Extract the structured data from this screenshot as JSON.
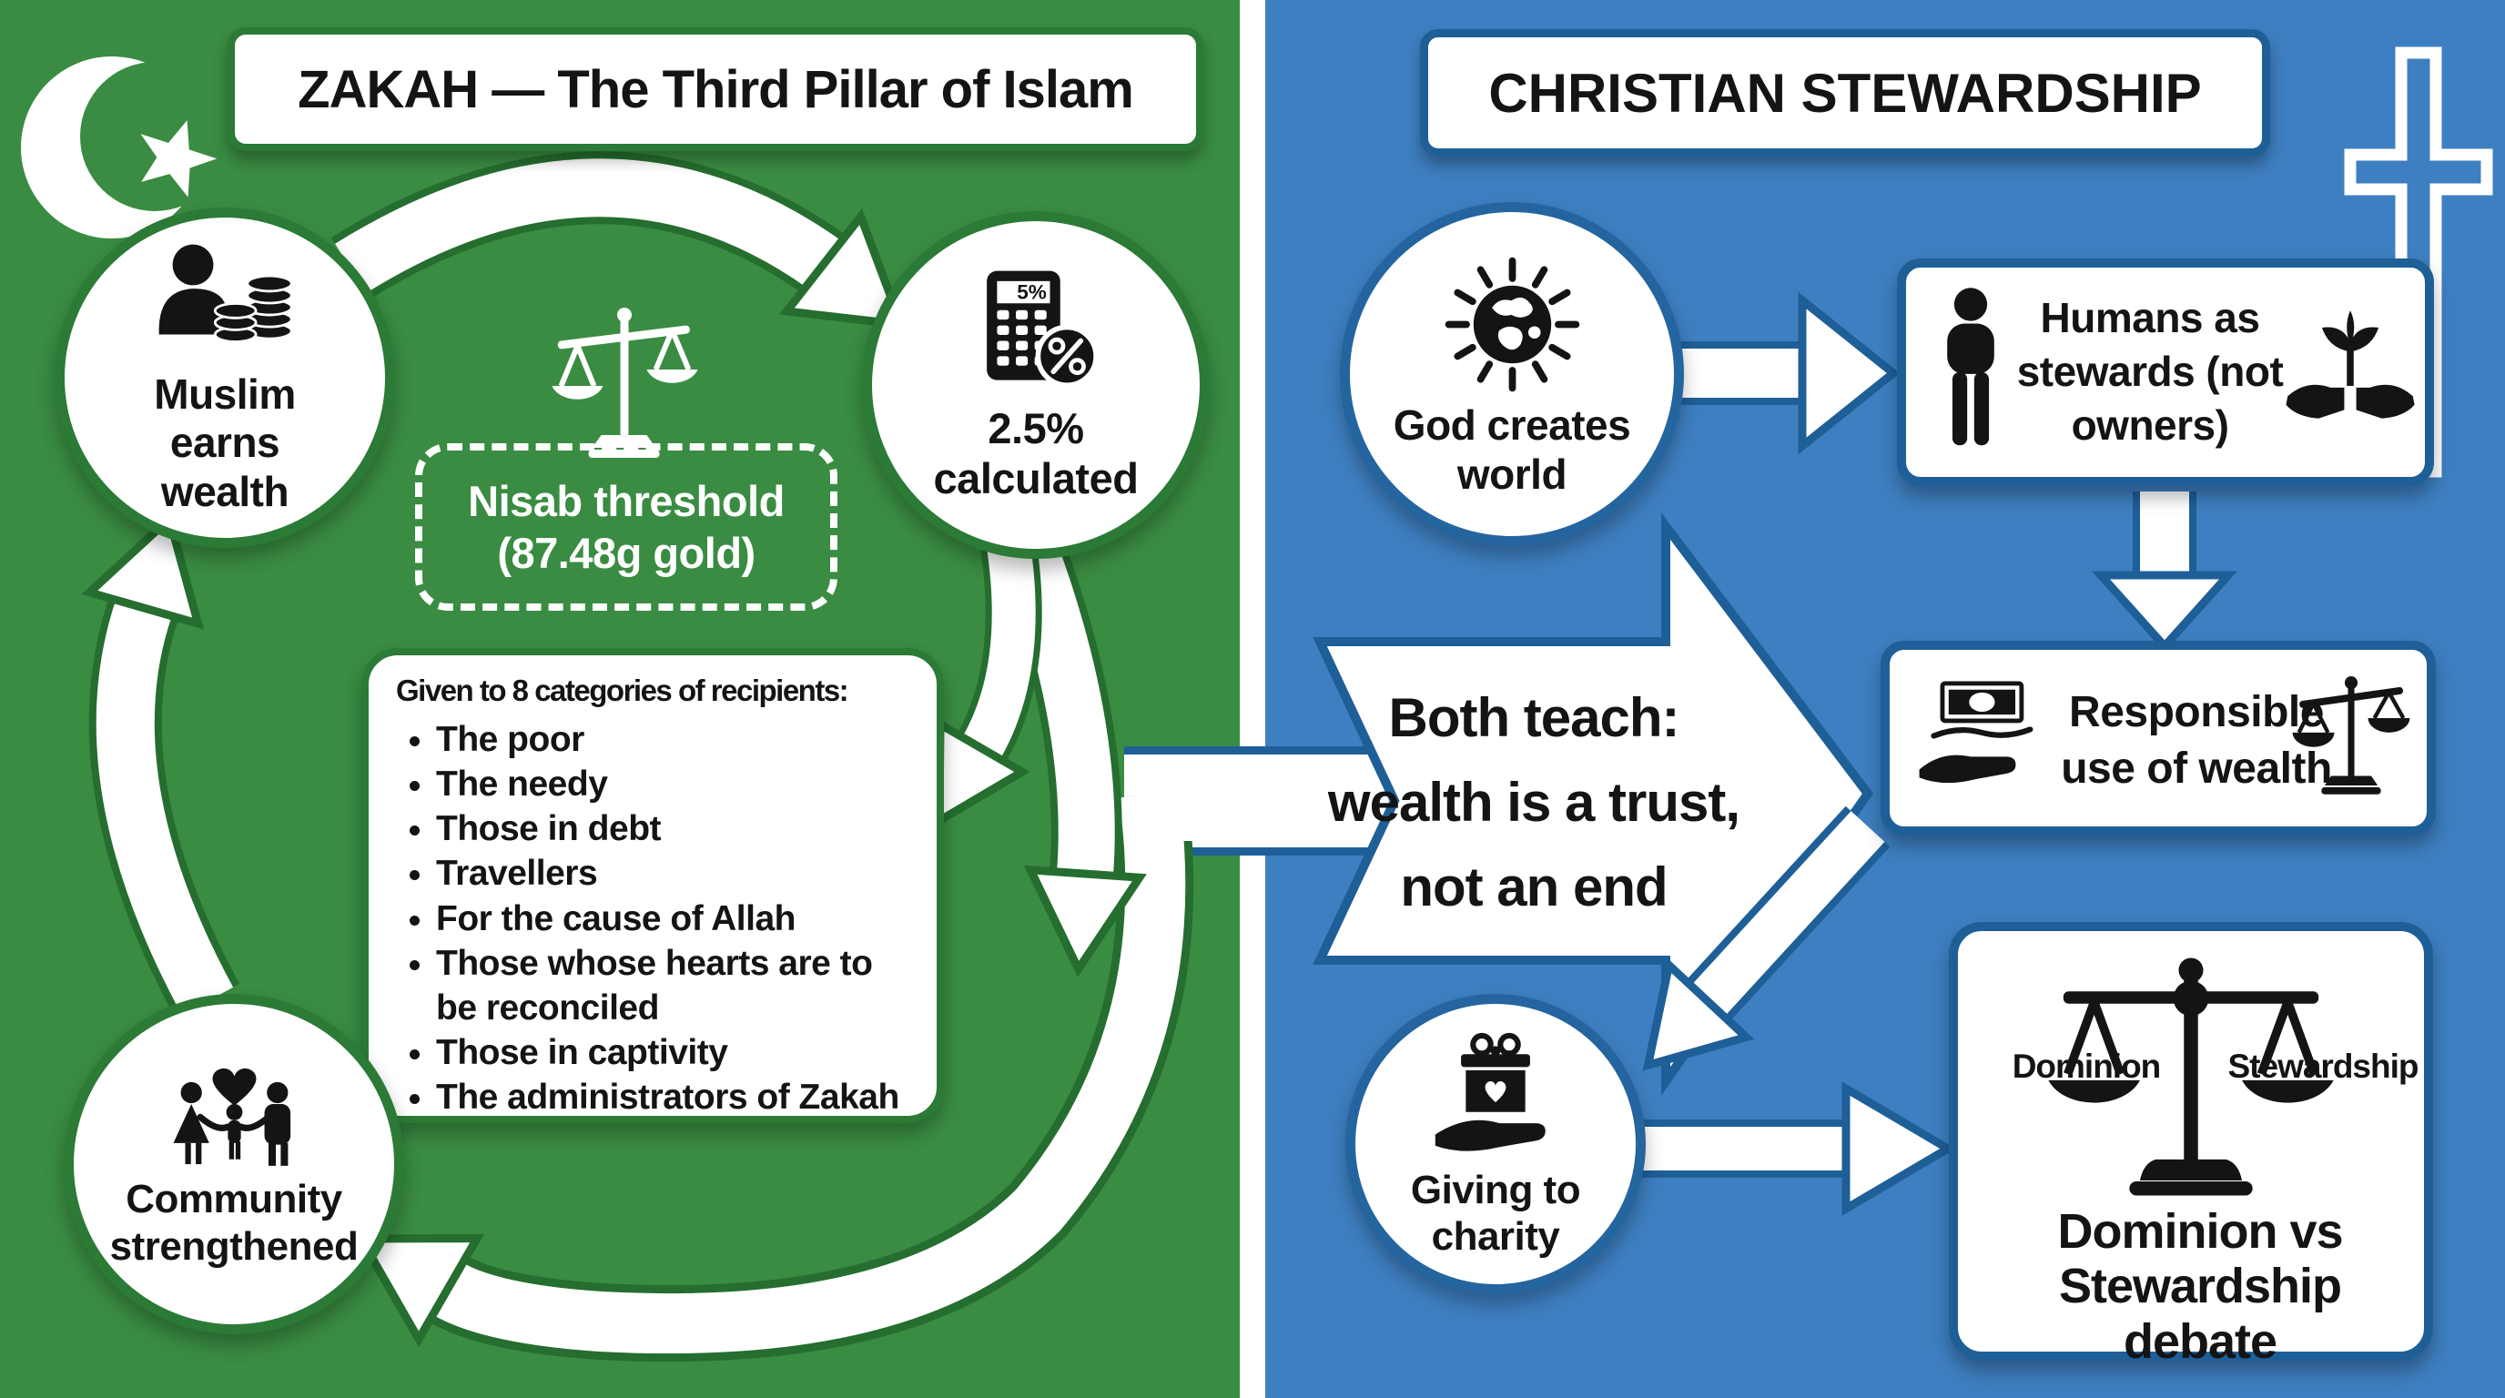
{
  "colors": {
    "islam_green_bg": "#3a8c42",
    "green_border": "#2b7a36",
    "green_arrow_outline": "#256e2f",
    "christian_blue_bg": "#3e7fc1",
    "blue_border": "#1f5f98",
    "panel_white": "#ffffff",
    "text_black": "#141414"
  },
  "left": {
    "title": "ZAKAH — The Third Pillar of Islam",
    "earn_label": "Muslim earns wealth",
    "nisab_label": "Nisab threshold (87.48g gold)",
    "calc_display": "5%",
    "calc_label": "2.5% calculated",
    "recipients_title": "Given to 8 categories of recipients:",
    "recipients": [
      "The poor",
      "The needy",
      "Those in debt",
      "Travellers",
      "For the cause of Allah",
      "Those whose hearts are to be reconciled",
      "Those in captivity",
      "The administrators of Zakah"
    ],
    "community_label": "Community strengthened"
  },
  "center": {
    "line1": "Both teach:",
    "line2": "wealth is a trust,",
    "line3": "not an end"
  },
  "right": {
    "title": "CHRISTIAN STEWARDSHIP",
    "god_label": "God creates world",
    "stewards_label": "Humans as stewards (not owners)",
    "wealth_label": "Responsible use of wealth",
    "charity_label": "Giving to charity",
    "debate_pan_left": "Dominion",
    "debate_pan_right": "Stewardship",
    "debate_caption": "Dominion vs Stewardship debate"
  }
}
